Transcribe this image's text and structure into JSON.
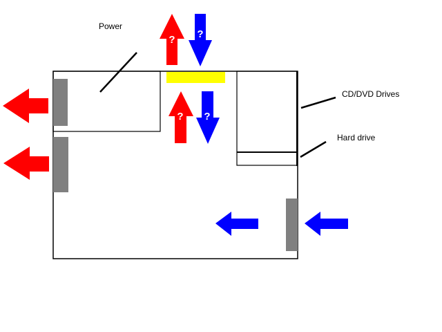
{
  "diagram": {
    "title": "PC case airflow",
    "labels": {
      "power": "Power",
      "cd_dvd": "CD/DVD Drives",
      "hard_drive": "Hard drive"
    },
    "question_mark": "?",
    "colors": {
      "exhaust": "#ff0000",
      "intake": "#0000ff",
      "fan": "#808080",
      "vent": "#ffff00",
      "outline": "#000000"
    },
    "arrows": [
      {
        "id": "top-exhaust-arrow",
        "direction": "up",
        "flow": "exhaust",
        "uncertain": true
      },
      {
        "id": "top-intake-arrow",
        "direction": "down",
        "flow": "intake",
        "uncertain": true
      },
      {
        "id": "inner-exhaust-arrow",
        "direction": "up",
        "flow": "exhaust",
        "uncertain": true
      },
      {
        "id": "inner-intake-arrow",
        "direction": "down",
        "flow": "intake",
        "uncertain": true
      },
      {
        "id": "rear-upper-exhaust-arrow",
        "direction": "left",
        "flow": "exhaust",
        "uncertain": false
      },
      {
        "id": "rear-lower-exhaust-arrow",
        "direction": "left",
        "flow": "exhaust",
        "uncertain": false
      },
      {
        "id": "front-intake-outer-arrow",
        "direction": "left",
        "flow": "intake",
        "uncertain": false
      },
      {
        "id": "front-intake-inner-arrow",
        "direction": "left",
        "flow": "intake",
        "uncertain": false
      }
    ]
  }
}
